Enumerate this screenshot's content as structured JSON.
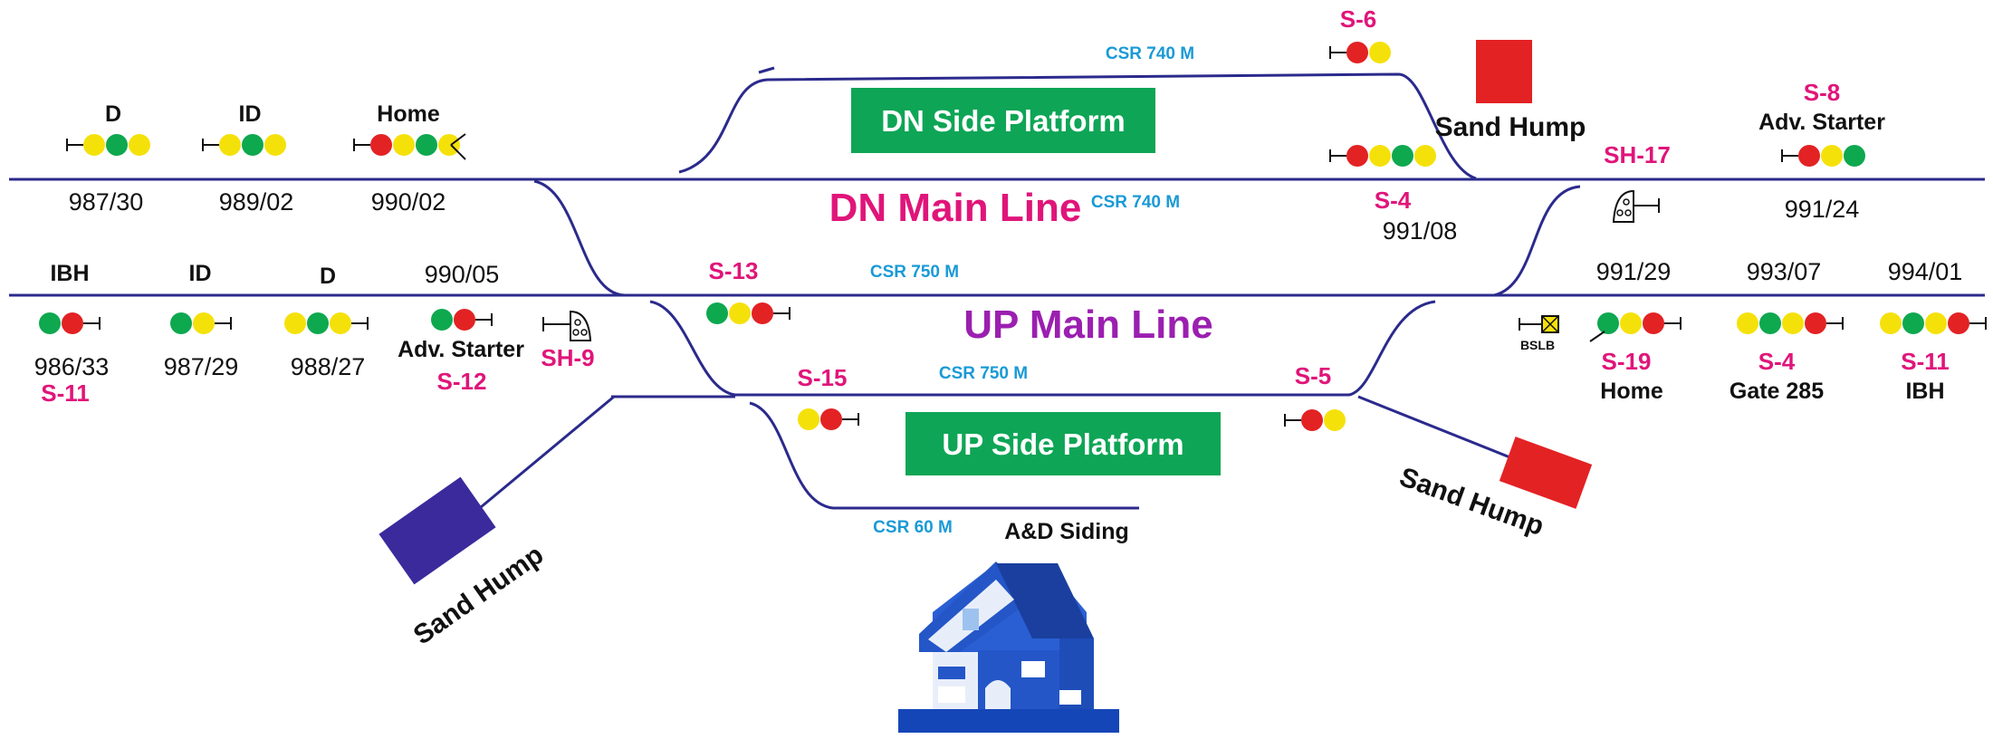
{
  "colors": {
    "track": "#2b2a8c",
    "red": "#e32224",
    "yellow": "#f5e10a",
    "green": "#0ea84f",
    "platform": "#0ea556",
    "hump_red": "#e32224",
    "hump_blue": "#3a2a9c",
    "signal_label": "#e0157a",
    "csr": "#1a9ad6",
    "house": "#1546b8"
  },
  "lines": {
    "dn_main": "DN Main Line",
    "up_main": "UP Main Line"
  },
  "platforms": {
    "dn_side": "DN Side Platform",
    "up_side": "UP Side Platform"
  },
  "siding": {
    "name": "A&D Siding"
  },
  "csr": {
    "dn_loop": "CSR 740 M",
    "dn_main": "CSR 740 M",
    "up_main": "CSR 750 M",
    "up_loop": "CSR 750 M",
    "siding": "CSR 60 M"
  },
  "sand_humps": {
    "top": "Sand Hump",
    "right": "Sand Hump",
    "left": "Sand Hump"
  },
  "kilometres": {
    "km_987_30": "987/30",
    "km_989_02": "989/02",
    "km_990_02": "990/02",
    "km_991_08": "991/08",
    "km_991_24": "991/24",
    "km_990_05": "990/05",
    "km_991_29": "991/29",
    "km_993_07": "993/07",
    "km_994_01": "994/01",
    "km_986_33": "986/33",
    "km_987_29": "987/29",
    "km_988_27": "988/27"
  },
  "signal_names": {
    "dn_distant": "D",
    "dn_inner_distant": "ID",
    "dn_home": "Home",
    "up_ibh": "IBH",
    "up_inner_distant": "ID",
    "up_distant": "D",
    "adv_starter_up": "Adv. Starter",
    "adv_starter_dn": "Adv. Starter",
    "home_up": "Home",
    "gate": "Gate 285",
    "ibh_dn": "IBH"
  },
  "signal_ids": {
    "s6": "S-6",
    "s8": "S-8",
    "s4_dn": "S-4",
    "sh17": "SH-17",
    "s13": "S-13",
    "s11_up": "S-11",
    "s12": "S-12",
    "sh9": "SH-9",
    "s15": "S-15",
    "s5": "S-5",
    "s19": "S-19",
    "s4_up": "S-4",
    "s11_dn": "S-11"
  },
  "bslb": "BSLB",
  "signals": [
    {
      "id": "dn-distant",
      "lamps": [
        "yellow",
        "green",
        "yellow"
      ]
    },
    {
      "id": "dn-inner-distant",
      "lamps": [
        "yellow",
        "green",
        "yellow"
      ]
    },
    {
      "id": "dn-home",
      "lamps": [
        "red",
        "yellow",
        "green",
        "yellow"
      ]
    },
    {
      "id": "s6",
      "lamps": [
        "red",
        "yellow"
      ]
    },
    {
      "id": "s4-dn",
      "lamps": [
        "red",
        "yellow",
        "green",
        "yellow"
      ]
    },
    {
      "id": "s8",
      "lamps": [
        "red",
        "yellow",
        "green"
      ]
    },
    {
      "id": "up-ibh",
      "lamps": [
        "green",
        "red"
      ]
    },
    {
      "id": "up-inner-distant",
      "lamps": [
        "green",
        "yellow"
      ]
    },
    {
      "id": "up-distant",
      "lamps": [
        "yellow",
        "green",
        "yellow"
      ]
    },
    {
      "id": "s12",
      "lamps": [
        "green",
        "red"
      ]
    },
    {
      "id": "s13",
      "lamps": [
        "green",
        "yellow",
        "red"
      ]
    },
    {
      "id": "s15",
      "lamps": [
        "yellow",
        "red"
      ]
    },
    {
      "id": "s5",
      "lamps": [
        "red",
        "yellow"
      ]
    },
    {
      "id": "s19",
      "lamps": [
        "green",
        "yellow",
        "red"
      ]
    },
    {
      "id": "s4-up",
      "lamps": [
        "yellow",
        "green",
        "yellow",
        "red"
      ]
    },
    {
      "id": "s11-dn",
      "lamps": [
        "yellow",
        "green",
        "yellow",
        "red"
      ]
    }
  ]
}
